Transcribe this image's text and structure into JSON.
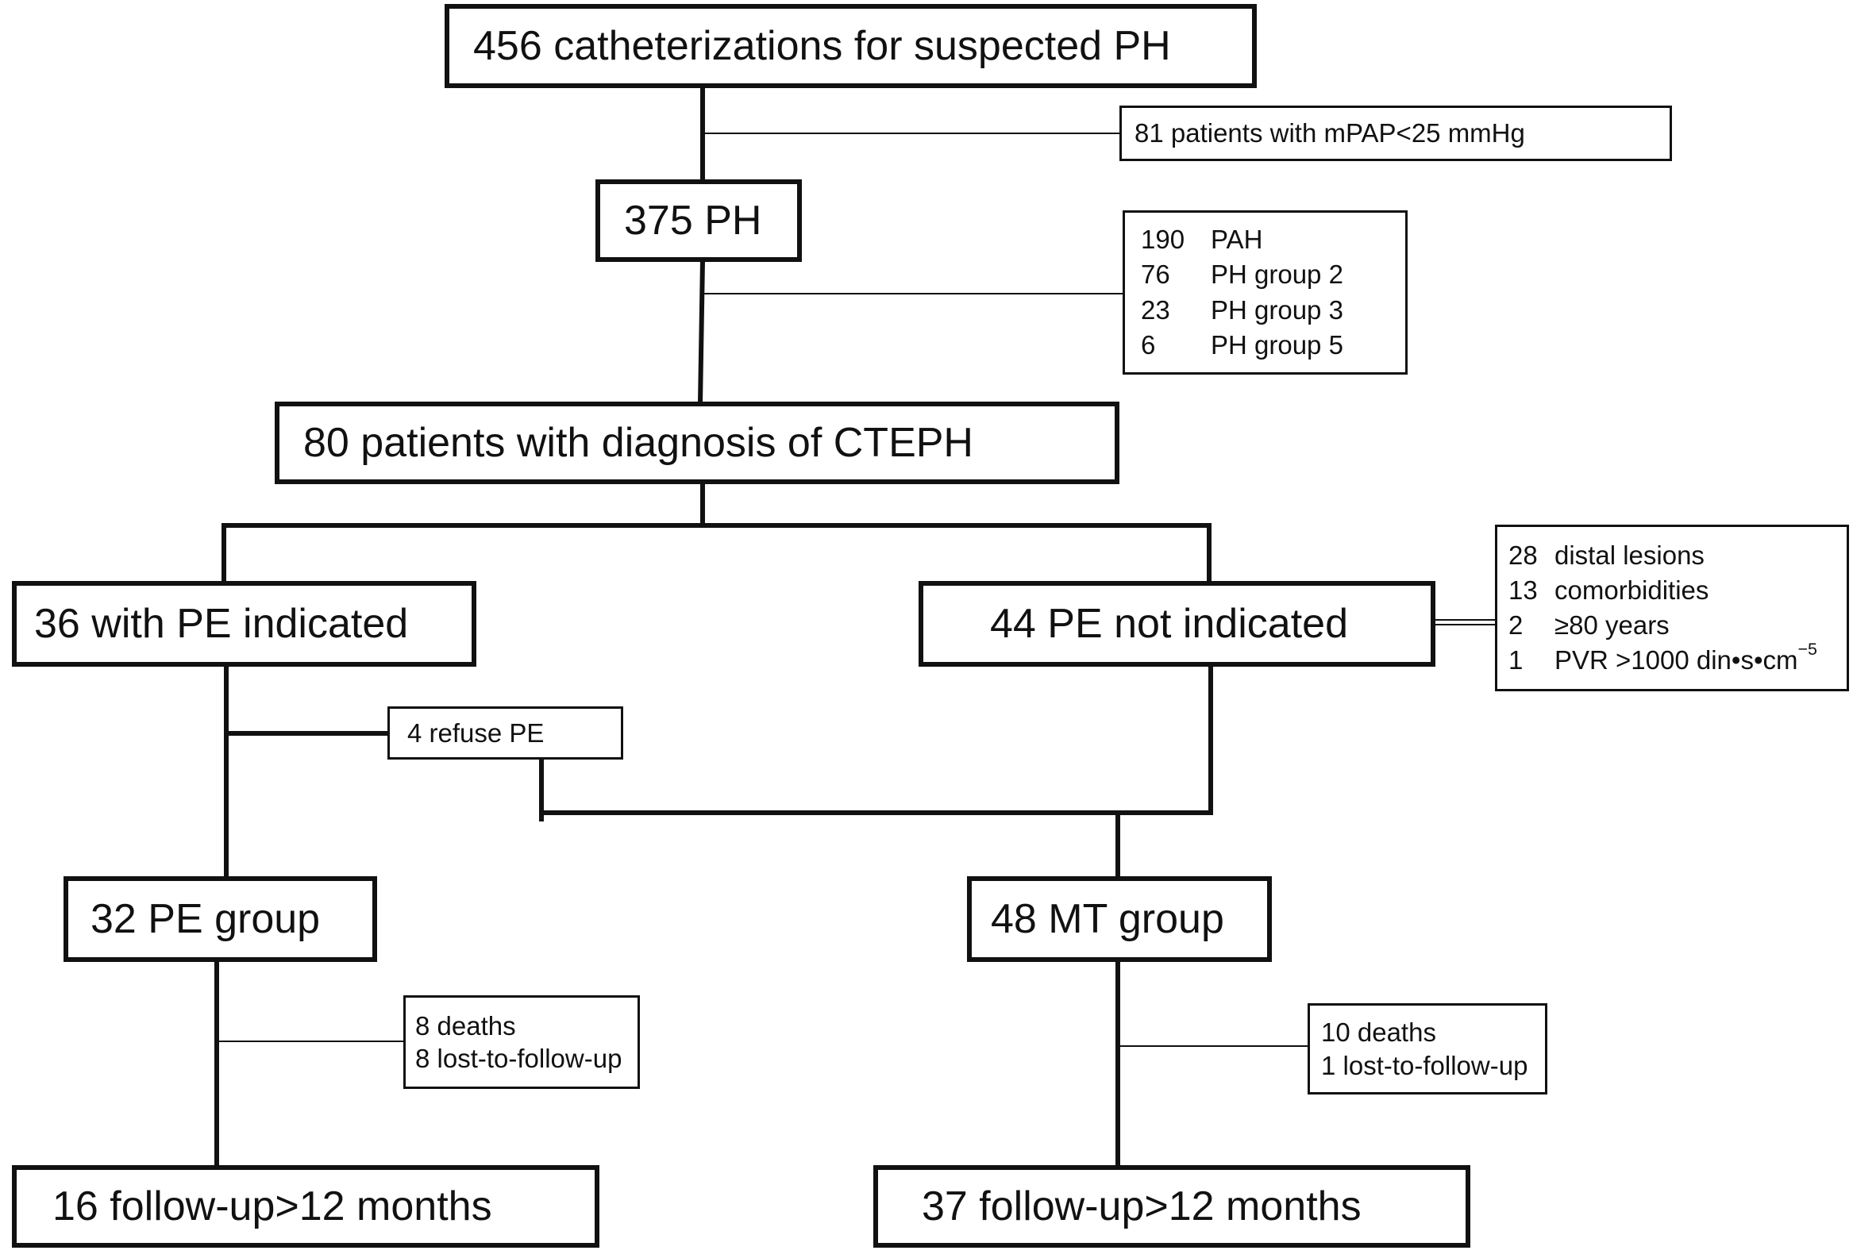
{
  "nodes": {
    "catheterizations": "456 catheterizations for suspected PH",
    "excluded_mpap": "81 patients with mPAP<25 mmHg",
    "ph": "375 PH",
    "cteph": "80 patients with diagnosis of CTEPH",
    "pe_indicated": "36 with PE indicated",
    "pe_not_indicated": "44 PE not indicated",
    "refuse_pe": "4 refuse PE",
    "pe_group": "32 PE group",
    "mt_group": "48 MT group",
    "pe_followup": "16 follow-up>12 months",
    "mt_followup": "37 follow-up>12 months"
  },
  "other_ph": [
    {
      "count": "190",
      "label": "PAH"
    },
    {
      "count": "76",
      "label": "PH group 2"
    },
    {
      "count": "23",
      "label": "PH group 3"
    },
    {
      "count": "6",
      "label": "PH group 5"
    }
  ],
  "pe_contraindications": [
    {
      "count": "28",
      "label": "distal lesions"
    },
    {
      "count": "13",
      "label": "comorbidities"
    },
    {
      "count": "2",
      "label": "≥80 years"
    },
    {
      "count": "1",
      "label": "PVR >1000 din•s•cm",
      "sup": "−5"
    }
  ],
  "pe_losses": [
    "8 deaths",
    "8 lost-to-follow-up"
  ],
  "mt_losses": [
    "10 deaths",
    "1 lost-to-follow-up"
  ]
}
